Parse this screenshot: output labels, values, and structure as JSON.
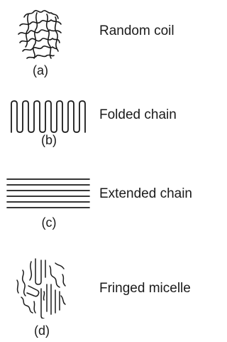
{
  "items": [
    {
      "caption": "(a)",
      "label": "Random coil",
      "icon": "random-coil-icon"
    },
    {
      "caption": "(b)",
      "label": "Folded chain",
      "icon": "folded-chain-icon"
    },
    {
      "caption": "(c)",
      "label": "Extended chain",
      "icon": "extended-chain-icon"
    },
    {
      "caption": "(d)",
      "label": "Fringed micelle",
      "icon": "fringed-micelle-icon"
    }
  ]
}
